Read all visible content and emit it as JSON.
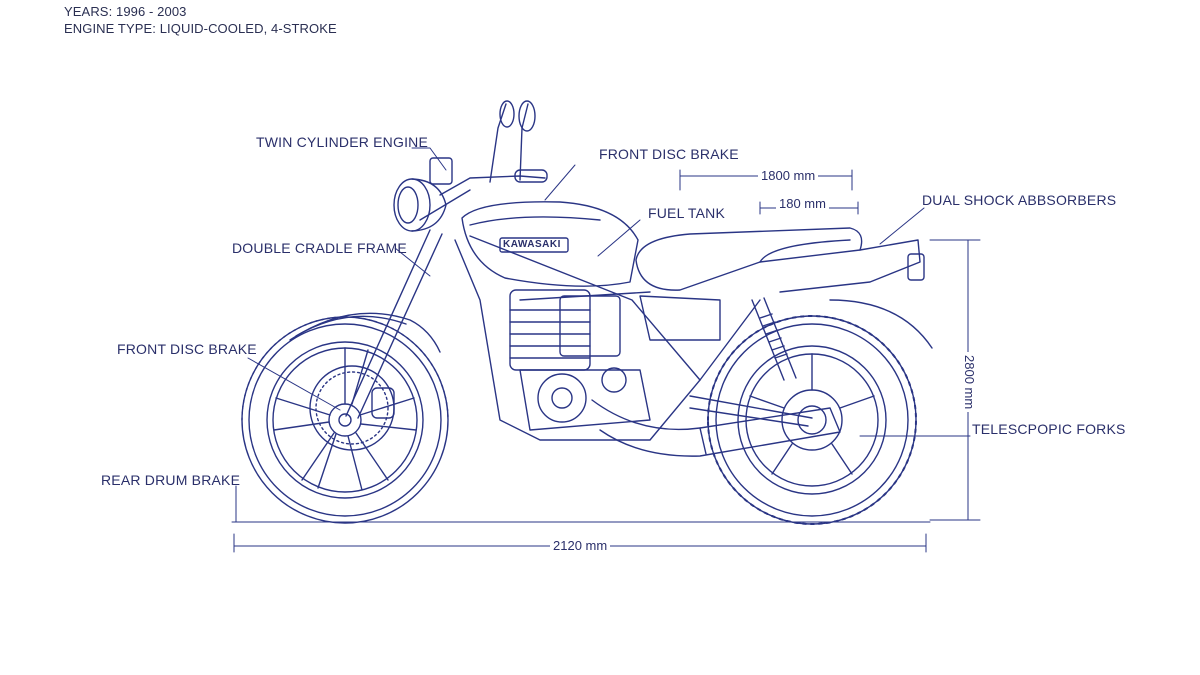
{
  "header": {
    "years": "YEARS: 1996 - 2003",
    "engine_type": "ENGINE TYPE: LIQUID-COOLED, 4-STROKE"
  },
  "labels": {
    "twin_cylinder_engine": "TWIN CYLINDER ENGINE",
    "front_disc_brake_top": "FRONT DISC BRAKE",
    "fuel_tank": "FUEL TANK",
    "dual_shock_absorbers": "DUAL SHOCK ABBSORBERS",
    "double_cradle_frame": "DOUBLE CRADLE FRAME",
    "front_disc_brake_left": "FRONT DISC BRAKE",
    "telescopic_forks": "TELESCPOPIC FORKS",
    "rear_drum_brake": "REAR DRUM BRAKE",
    "tank_badge": "KAWASAKI"
  },
  "dimensions": {
    "top_1": "1800 mm",
    "top_2": "180 mm",
    "height": "2800 mm",
    "length": "2120 mm"
  },
  "colors": {
    "ink": "#2a3585",
    "text": "#2a2f6a",
    "background": "#ffffff"
  }
}
